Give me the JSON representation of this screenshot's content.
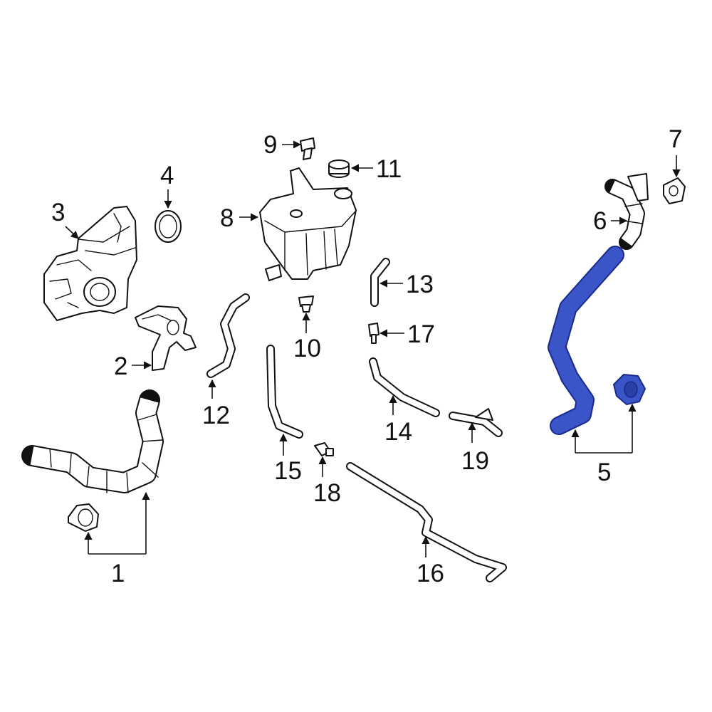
{
  "highlight_color": "#3a55c8",
  "callouts": {
    "n1": "1",
    "n2": "2",
    "n3": "3",
    "n4": "4",
    "n5": "5",
    "n6": "6",
    "n7": "7",
    "n8": "8",
    "n9": "9",
    "n10": "10",
    "n11": "11",
    "n12": "12",
    "n13": "13",
    "n14": "14",
    "n15": "15",
    "n16": "16",
    "n17": "17",
    "n18": "18",
    "n19": "19"
  }
}
